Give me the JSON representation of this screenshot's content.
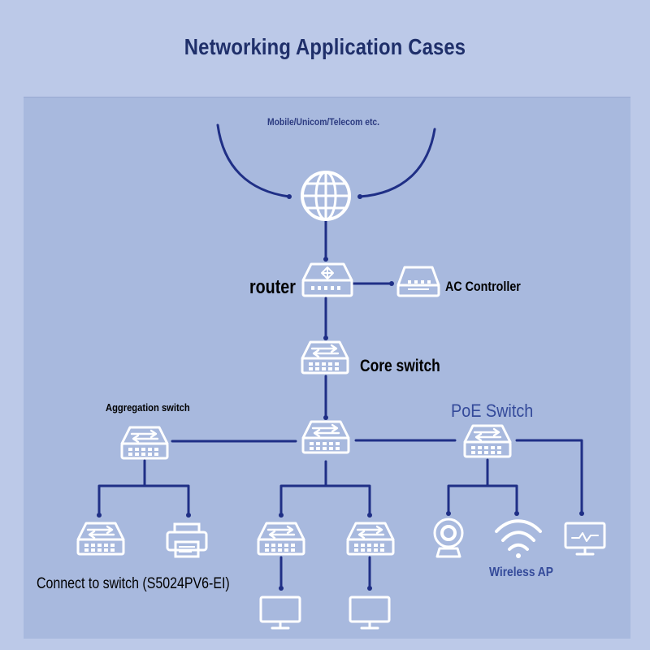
{
  "title": "Networking Application Cases",
  "labels": {
    "carrier": "Mobile/Unicom/Telecom etc.",
    "router": "router",
    "ac_controller": "AC Controller",
    "core_switch": "Core switch",
    "aggregation_switch": "Aggregation switch",
    "poe_switch": "PoE Switch",
    "connect_to_switch": "Connect to switch (S5024PV6-EI)",
    "wireless_ap": "Wireless AP"
  },
  "colors": {
    "background": "#bcc9e8",
    "panel": "#a8b9de",
    "line": "#1f2f86",
    "title": "#1f2f6a",
    "accent_text": "#344a9a",
    "icon": "#ffffff"
  },
  "icons": [
    "globe-icon",
    "router-icon",
    "ac-controller-icon",
    "switch-icon",
    "printer-icon",
    "camera-icon",
    "wireless-icon",
    "monitor-icon"
  ]
}
